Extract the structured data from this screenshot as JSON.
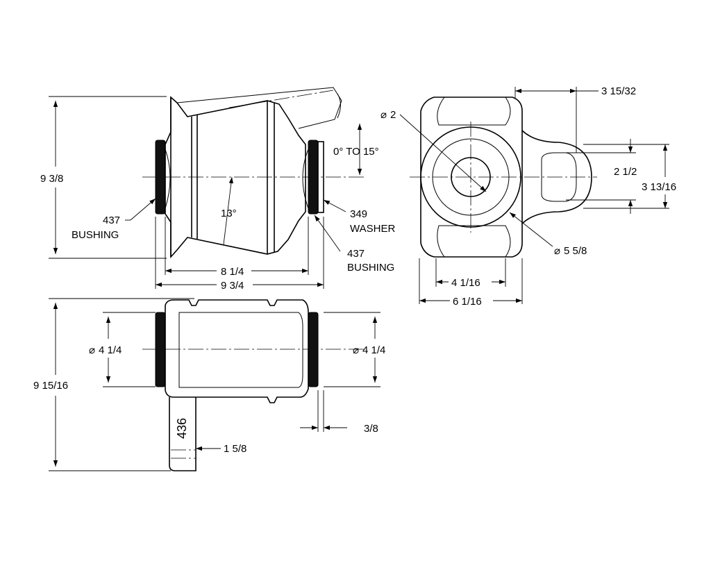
{
  "labels": {
    "side_height": "9 3/8",
    "bushing_left_num": "437",
    "bushing_left_word": "BUSHING",
    "angle_13": "13°",
    "tilt": "0° TO 15°",
    "washer_num": "349",
    "washer_word": "WASHER",
    "bushing_right_num": "437",
    "bushing_right_word": "BUSHING",
    "w_8_1_4": "8 1/4",
    "w_9_3_4": "9 3/4",
    "dia_2": "2",
    "d_3_15_32": "3 15/32",
    "d_2_1_2": "2 1/2",
    "d_3_13_16": "3 13/16",
    "dia_5_5_8": "5 5/8",
    "w_4_1_16": "4 1/16",
    "w_6_1_16": "6 1/16",
    "bottom_height": "9 15/16",
    "dia_4_1_4_left": "4 1/4",
    "dia_4_1_4_right": "4 1/4",
    "part_436": "436",
    "d_1_5_8": "1 5/8",
    "d_3_8": "3/8"
  },
  "symbols": {
    "diameter": "⌀"
  }
}
